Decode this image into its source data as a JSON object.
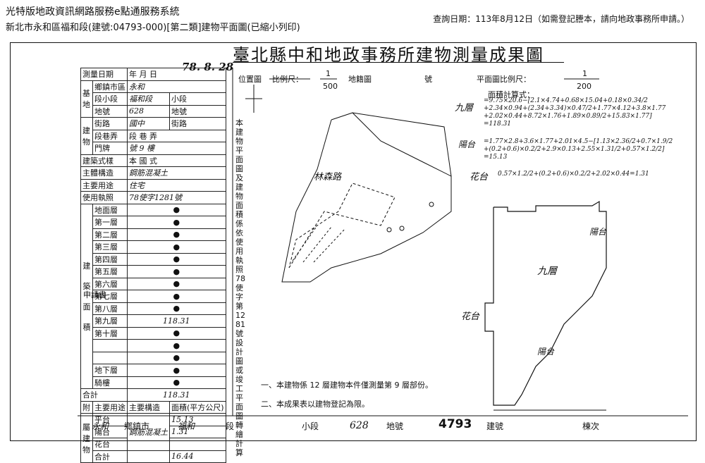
{
  "header": {
    "system_title": "光特版地政資訊網路服務e點通服務系統",
    "query_date": "查詢日期：113年8月12日（如需登記謄本，請向地政事務所申請。）",
    "subtitle": "新北市永和區福和段(建號:04793-000)[第二類]建物平面圖(已縮小列印)"
  },
  "doc": {
    "title": "臺北縣中和地政事務所建物測量成果圖",
    "survey_date": "78. 8. 28",
    "location_label": "位置圖",
    "scale_label": "比例尺：",
    "scale_top": "1",
    "scale_bottom": "500",
    "cadastral_label": "地籍圖",
    "number_label": "號",
    "plan_scale_label": "平面圖比例尺：",
    "plan_scale_top": "1",
    "plan_scale_bottom": "200",
    "area_calc_label": "面積計算式：",
    "floor9_label": "九層",
    "balcony_label": "陽台",
    "flower_label": "花台",
    "calc_floor9": [
      "=9.75×20.6−[2.1×4.74+0.68×15.04+0.18×0.34/2",
      "+2.34×0.94+(2.34+3.34)×0.47/2+1.77×4.12+3.8×1.77",
      "+2.02×0.44+8.72×1.76+1.89×0.89/2+15.83×1.77]",
      "=118.31"
    ],
    "calc_balcony": [
      "=1.77×2.8+3.6×1.77+2.01×4.5−[1.13×2.36/2+0.7×1.9/2",
      "+(0.2+0.6)×0.2/2+2.9×0.13+2.55×1.31/2+0.57×1.2/2]",
      "=15.13"
    ],
    "calc_flower": "0.57×1.2/2+(0.2+0.6)×0.2/2+2.02×0.44=1.31",
    "plan_floor_label": "九層",
    "road_label": "林森路",
    "note1": "一、本建物係 12 層建物本件僅測量第 9 層部份。",
    "note2": "二、本成果表以建物登記為限。",
    "vertical_note": "本建物平面圖及建物面積係依使用執照78使字第1281號設計圖或竣工平面圖轉繪計算"
  },
  "form": {
    "survey_date_label": "測量日期",
    "year": "年",
    "month": "月",
    "day": "日",
    "township_label": "鄉鎮市區",
    "township_value": "永和",
    "section_label": "段小段",
    "section_value": "福和段",
    "subsection": "小段",
    "landno_label": "地號",
    "landno_value": "628",
    "landno_unit": "地號",
    "street_label": "街路",
    "street_value": "國中",
    "street_unit": "街路",
    "lane_label": "段巷弄",
    "lane_units": "段 巷 弄",
    "door_label": "門牌",
    "door_value": "號 9 樓",
    "style_label": "建築式樣",
    "style_value": "本 國 式",
    "structure_label": "主體構造",
    "structure_value": "鋼筋混凝土",
    "use_label": "主要用途",
    "use_value": "住宅",
    "license_label": "使用執照",
    "license_value": "78使字1281號",
    "floors": [
      "地面層",
      "第一層",
      "第二層",
      "第三層",
      "第四層",
      "第五層",
      "第六層",
      "第七層",
      "第八層",
      "第九層",
      "第十層",
      "",
      "",
      "地下層",
      "騎樓"
    ],
    "floor9_area": "118.31",
    "total_label": "合計",
    "total_area": "118.31",
    "area_unit_col": "建築面積(平方公尺)",
    "applicant_label": "申請書",
    "annex_header": [
      "主要用途",
      "主要構造",
      "面積(平方公尺)"
    ],
    "annex_rows": [
      {
        "use": "平台",
        "area": "15.13"
      },
      {
        "use": "陽台",
        "area": "1.31"
      },
      {
        "use": "花台",
        "area": ""
      },
      {
        "use": "合計",
        "area": "16.44"
      }
    ],
    "annex_structure": "鋼筋混凝土"
  },
  "bottom": {
    "township": "永和",
    "township_unit": "鄉鎮市",
    "section": "福和",
    "section_unit": "段",
    "subsection_unit": "小段",
    "landno": "628",
    "landno_unit": "地號",
    "build_no": "4793",
    "build_unit": "建號",
    "sheet_unit": "棟次"
  }
}
